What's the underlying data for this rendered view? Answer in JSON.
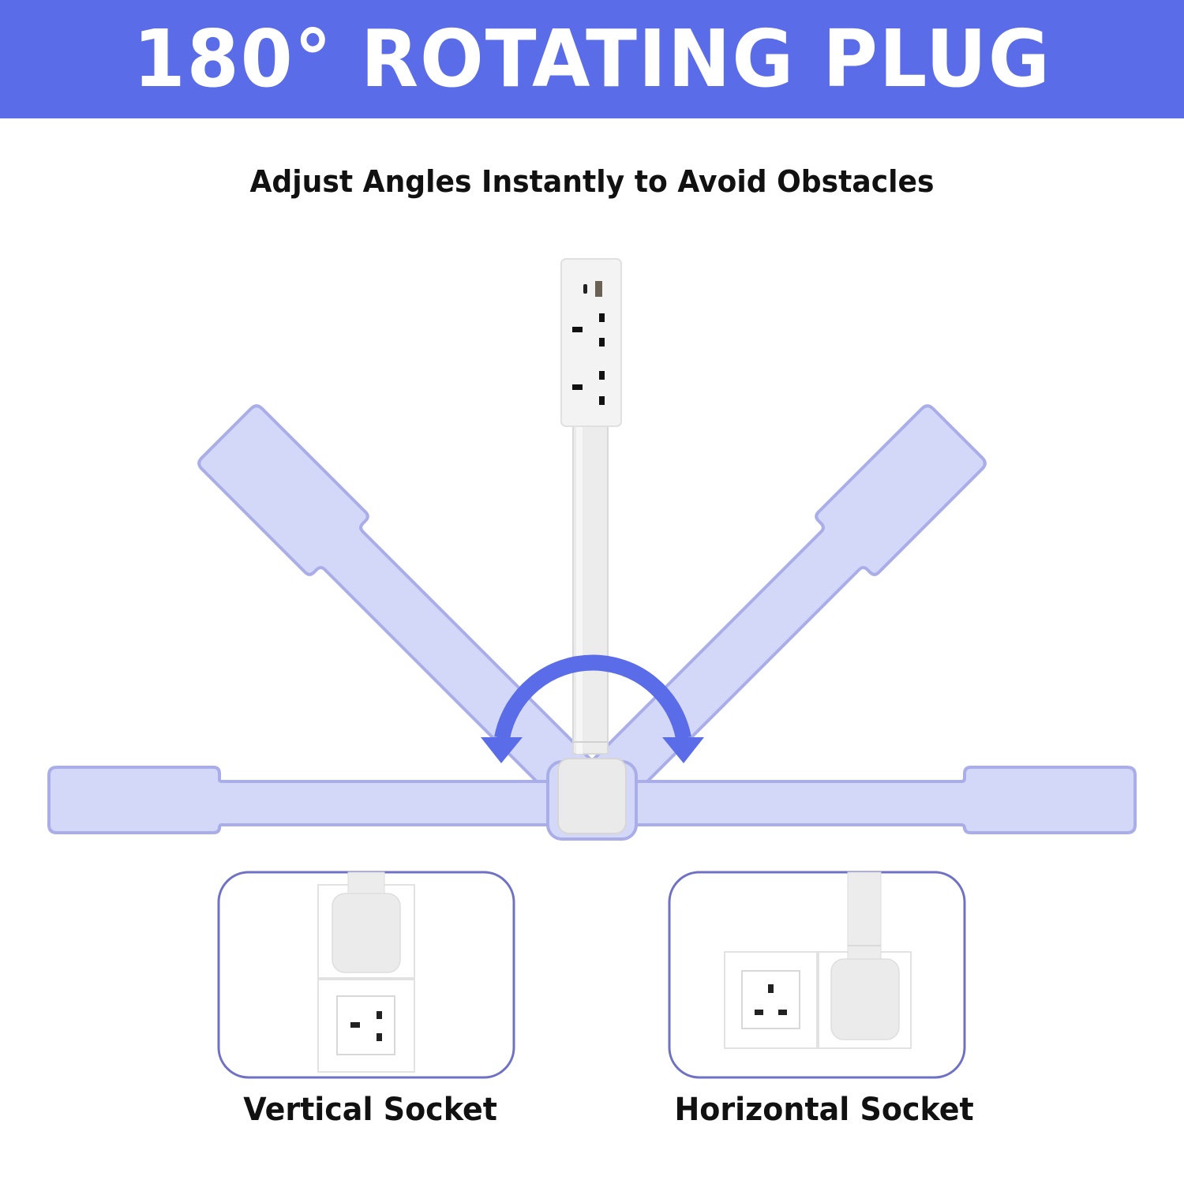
{
  "header": {
    "title": "180° ROTATING PLUG",
    "background_color": "#5a6ce8",
    "text_color": "#ffffff"
  },
  "subtitle": "Adjust Angles Instantly to Avoid Obstacles",
  "diagram": {
    "rotation_range_degrees": 180,
    "positions": [
      "horizontal-left",
      "diagonal-left-45",
      "vertical-up",
      "diagonal-right-45",
      "horizontal-right"
    ],
    "ghost_color": "#d4d8f8",
    "ghost_outline": "#a9aee8",
    "arrow_color": "#5a6ce8",
    "plug_color": "#f2f2f2",
    "strip_outlets": {
      "usb_ports": [
        "usb-c",
        "usb-a"
      ],
      "ac_sockets": 2
    }
  },
  "examples": [
    {
      "label": "Vertical Socket",
      "layout": "stacked"
    },
    {
      "label": "Horizontal Socket",
      "layout": "side-by-side"
    }
  ]
}
